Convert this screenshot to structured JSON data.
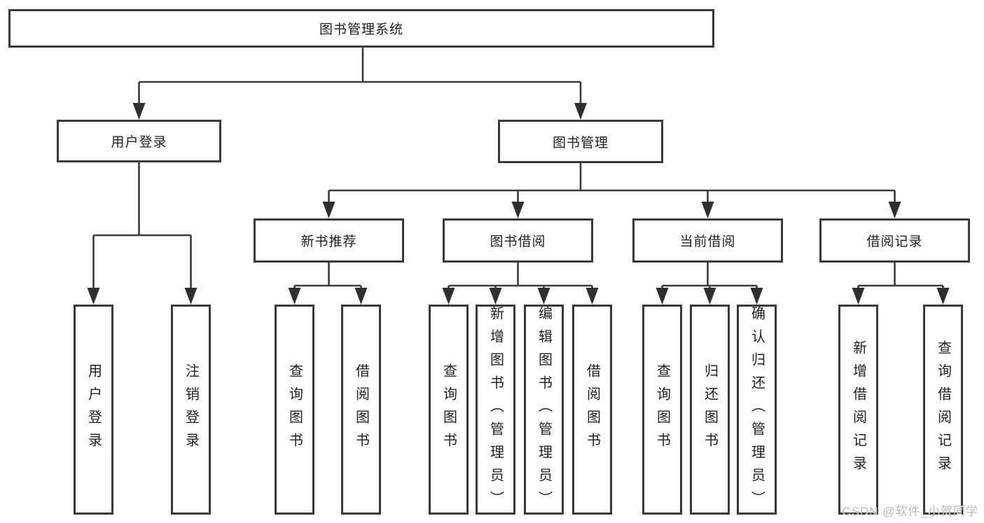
{
  "colors": {
    "line": "#3a3a3a",
    "text": "#1f1f1f",
    "background": "#ffffff",
    "watermark": "#b8b8b8"
  },
  "watermark": "CSDN @软件_小贺同学",
  "tree": {
    "label": "图书管理系统",
    "children": [
      {
        "label": "用户登录",
        "children": [
          {
            "label": "用户登录"
          },
          {
            "label": "注销登录"
          }
        ]
      },
      {
        "label": "图书管理",
        "children": [
          {
            "label": "新书推荐",
            "children": [
              {
                "label": "查询图书"
              },
              {
                "label": "借阅图书"
              }
            ]
          },
          {
            "label": "图书借阅",
            "children": [
              {
                "label": "查询图书"
              },
              {
                "label": "新增图书（管理员）"
              },
              {
                "label": "编辑图书（管理员）"
              },
              {
                "label": "借阅图书"
              }
            ]
          },
          {
            "label": "当前借阅",
            "children": [
              {
                "label": "查询图书"
              },
              {
                "label": "归还图书"
              },
              {
                "label": "确认归还（管理员）"
              }
            ]
          },
          {
            "label": "借阅记录",
            "children": [
              {
                "label": "新增借阅记录"
              },
              {
                "label": "查询借阅记录"
              }
            ]
          }
        ]
      }
    ]
  }
}
